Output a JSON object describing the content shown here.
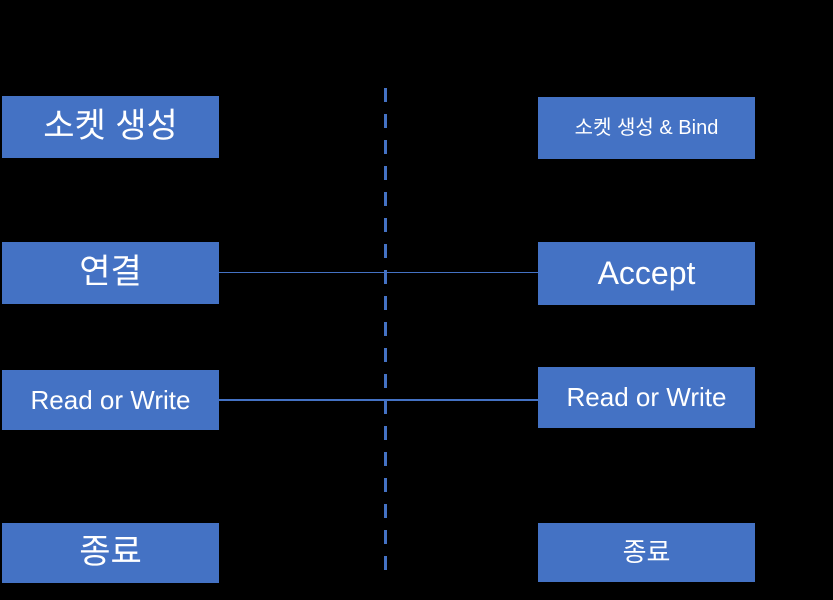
{
  "diagram": {
    "type": "flow-comparison",
    "description": "socket lifecycle flow, client column vs server column separated by dashed divider",
    "colors": {
      "background": "#000000",
      "box_fill": "#4472C4",
      "box_text": "#FFFFFF",
      "connector_line": "#4472C4",
      "divider_line": "#4472C4"
    }
  },
  "client": {
    "steps": [
      {
        "label": "소켓 생성"
      },
      {
        "label": "연결"
      },
      {
        "label": "Read or Write"
      },
      {
        "label": "종료"
      }
    ]
  },
  "server": {
    "steps": [
      {
        "label": "소켓 생성 & Bind"
      },
      {
        "label": "Accept"
      },
      {
        "label": "Read or Write"
      },
      {
        "label": "종료"
      }
    ]
  },
  "connections": [
    {
      "from": "연결",
      "to": "Accept"
    },
    {
      "from": "Read or Write",
      "to": "Read or Write"
    }
  ]
}
